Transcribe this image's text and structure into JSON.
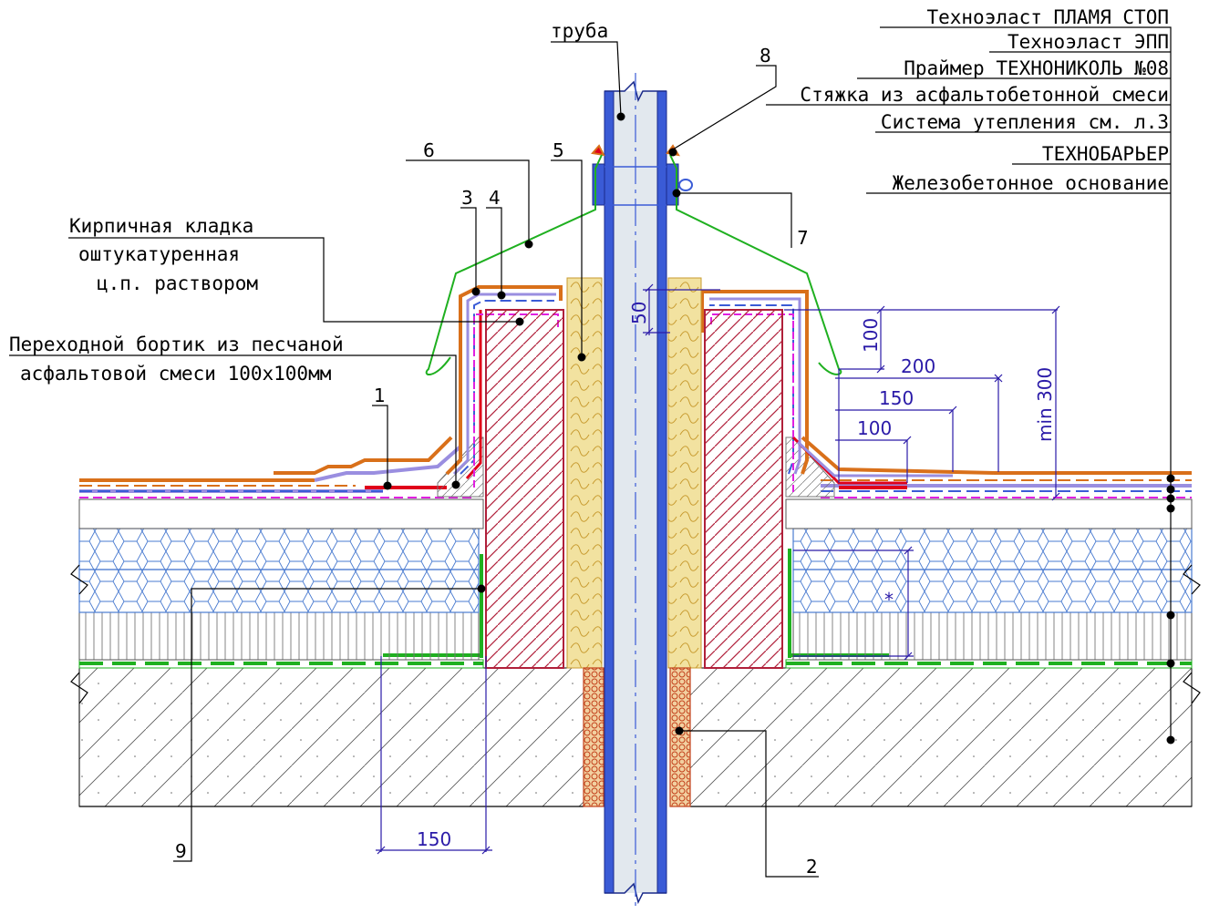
{
  "legend": [
    {
      "text": "Техноэласт ПЛАМЯ СТОП",
      "color": "#000000"
    },
    {
      "text": "Техноэласт ЭПП",
      "color": "#000000"
    },
    {
      "text": "Праймер ТЕХНОНИКОЛЬ №08",
      "color": "#000000"
    },
    {
      "text": "Стяжка из асфальтобетонной смеси",
      "color": "#000000"
    },
    {
      "text": "Система утепления см. л.3",
      "color": "#e0001a"
    },
    {
      "text": "ТЕХНОБАРЬЕР",
      "color": "#000000"
    },
    {
      "text": "Железобетонное основание",
      "color": "#000000"
    }
  ],
  "labels": {
    "pipe": "труба",
    "brick_l1": "Кирпичная кладка",
    "brick_l2": "оштукатуренная",
    "brick_l3": "ц.п. раствором",
    "fillet_l1": "Переходной бортик из песчаной",
    "fillet_l2": "асфальтовой смеси 100х100мм"
  },
  "callouts": [
    "1",
    "2",
    "3",
    "4",
    "5",
    "6",
    "7",
    "8",
    "9"
  ],
  "dimensions": {
    "d50": "50",
    "d100v": "100",
    "d200": "200",
    "d150": "150",
    "d100h": "100",
    "dmin300": "min 300",
    "d150b": "150",
    "star": "*"
  },
  "colors": {
    "orange": "#d9701a",
    "blue": "#3a5bd6",
    "lilac": "#9a8ee0",
    "magenta": "#e020e0",
    "red": "#e0001a",
    "green": "#1fb020",
    "brick": "#b0203a",
    "insulation": "#4a7bd0",
    "dim": "#2a1aa8",
    "wool": "#f2e2a0"
  }
}
